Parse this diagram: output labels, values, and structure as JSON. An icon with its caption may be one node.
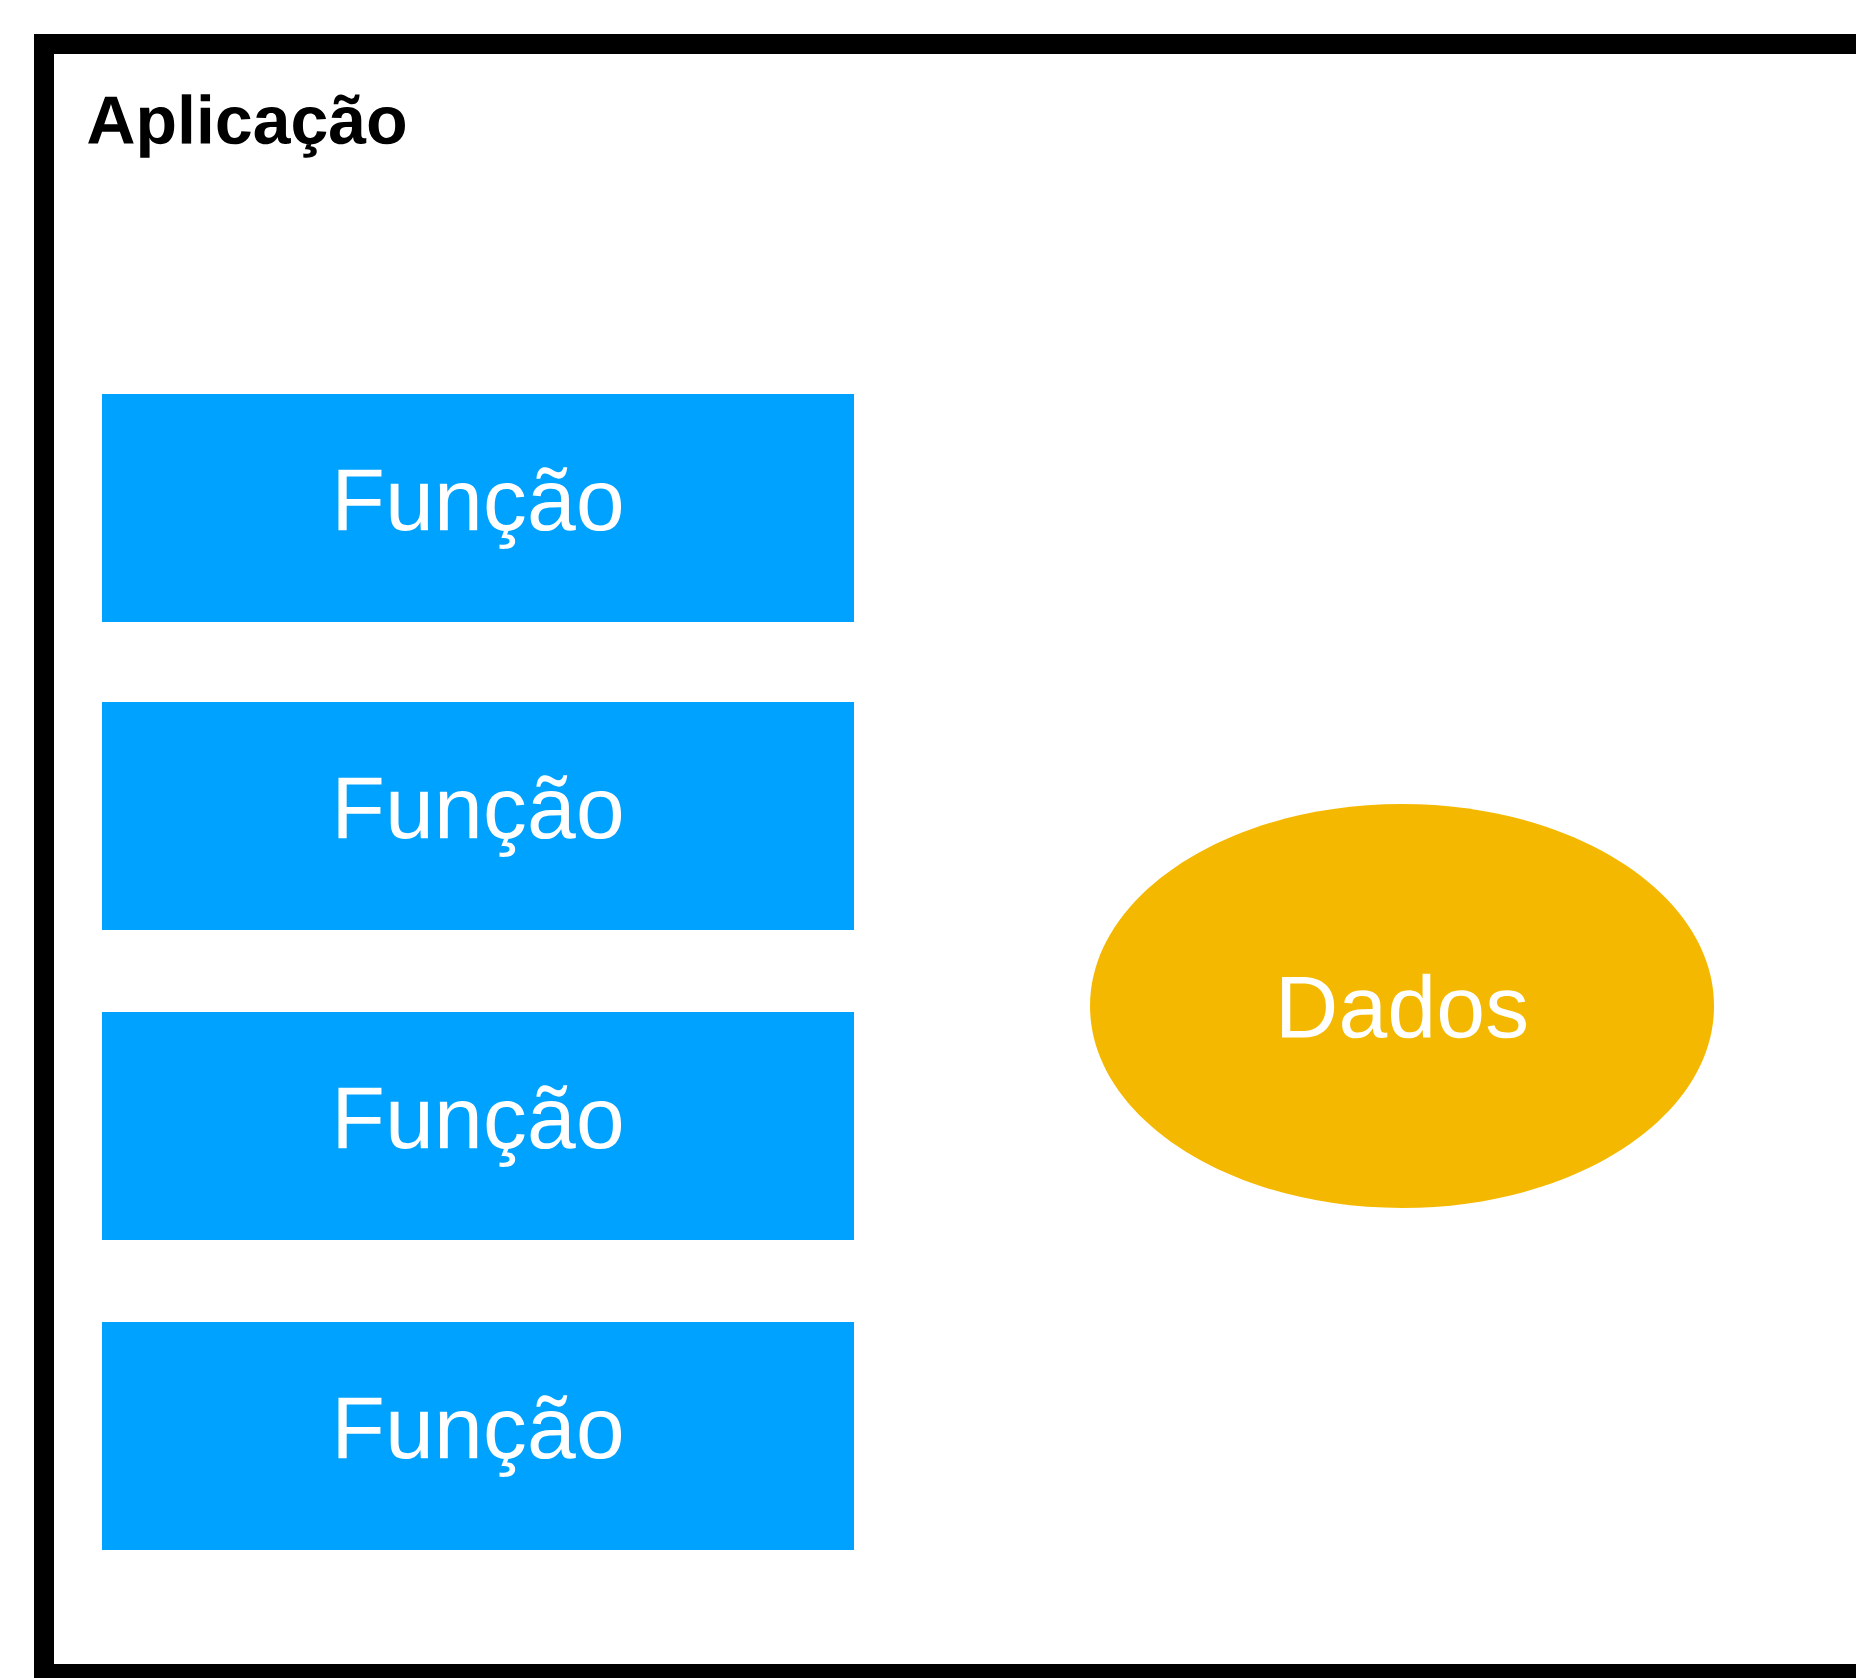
{
  "diagram": {
    "nodes": [
      {
        "text": [
          "Aplicação"
        ]
      },
      {
        "text": [
          "Função"
        ],
        "in": 0
      },
      {
        "text": [
          "Função"
        ],
        "in": 0
      },
      {
        "text": [
          "Função"
        ],
        "in": 0
      },
      {
        "text": [
          "Função"
        ],
        "in": 0
      },
      {
        "text": [
          "Dados"
        ],
        "in": 0
      }
    ]
  }
}
